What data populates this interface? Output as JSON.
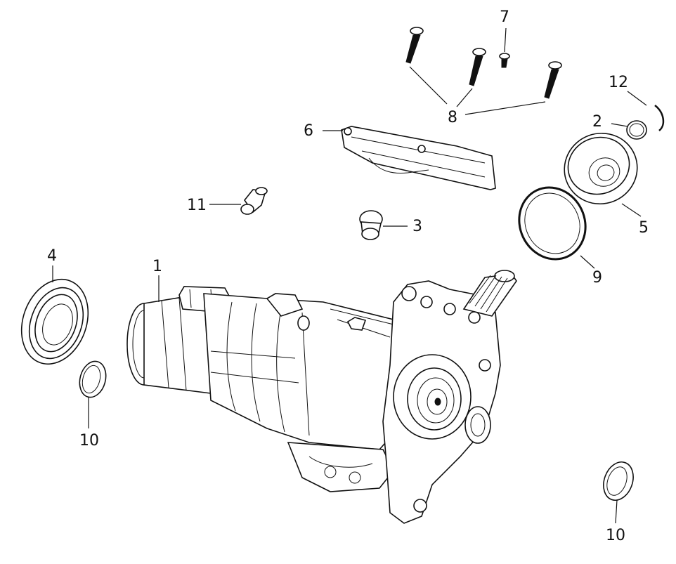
{
  "callouts": {
    "c1": "1",
    "c2": "2",
    "c3": "3",
    "c4": "4",
    "c5": "5",
    "c6": "6",
    "c7": "7",
    "c8": "8",
    "c9": "9",
    "c10a": "10",
    "c10b": "10",
    "c11": "11",
    "c12": "12"
  }
}
